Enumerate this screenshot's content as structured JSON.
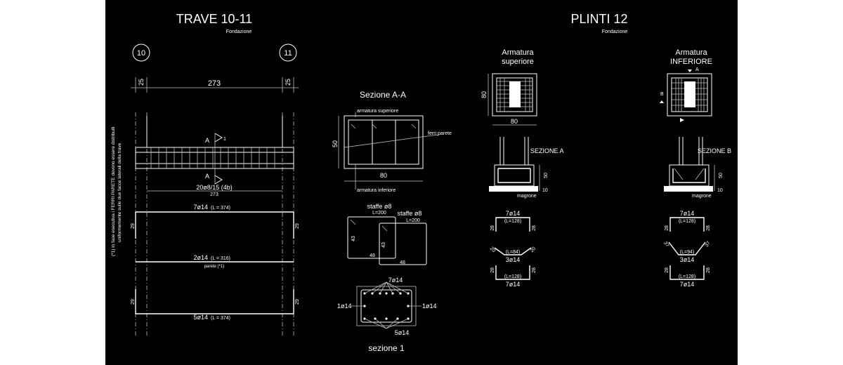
{
  "trave": {
    "title": "TRAVE 10-11",
    "subtitle": "Fondazione",
    "axis_left": "10",
    "axis_right": "11",
    "dim_left": "25",
    "dim_span": "273",
    "dim_right": "25",
    "section_mark_top": "A",
    "section_mark_num": "1",
    "section_mark_bottom": "A",
    "stirrups_label": "20ø8/15 (4b)",
    "stirrups_dim": "273",
    "bar_top_label": "7ø14",
    "bar_top_len": "(L = 374)",
    "bar_mid_label": "2ø14",
    "bar_mid_len": "(L = 316)",
    "bar_mid_note": "parete (*1)",
    "bar_bot_label": "5ø14",
    "bar_bot_len": "(L = 374)",
    "hook": "29",
    "note_line1": "(*1) in fase esecutiva i FERRI PARETE devono essere distribuiti",
    "note_line2": "uniformemente sulle due facce laterali della trave"
  },
  "sezione_aa": {
    "title": "Sezione A-A",
    "label_top": "armatura superiore",
    "label_side": "ferri parete",
    "label_bottom": "armatura inferiore",
    "height": "50",
    "width": "80"
  },
  "staffe": {
    "label1": "staffe ø8",
    "len1": "L=200",
    "label2": "staffe ø8",
    "len2": "L=200",
    "dim_h1": "43",
    "dim_h2": "43",
    "dim_w1": "48",
    "dim_w2": "48"
  },
  "sezione_1": {
    "title": "sezione 1",
    "top": "7ø14",
    "left": "1ø14",
    "right": "1ø14",
    "bottom": "5ø14"
  },
  "plinti": {
    "title": "PLINTI 12",
    "subtitle": "Fondazione",
    "arm_sup_l1": "Armatura",
    "arm_sup_l2": "superiore",
    "arm_inf_l1": "Armatura",
    "arm_inf_l2": "INFERIORE",
    "mark_a": "A",
    "mark_b": "B",
    "plan_h": "80",
    "plan_w": "80",
    "sez_a": "SEZIONE A",
    "sez_b": "SEZIONE B",
    "dim_50": "50",
    "dim_10": "10",
    "magrone": "magrone",
    "a_bar1": "7ø14",
    "a_bar1_len": "(L=128)",
    "a_hook": "28",
    "a_bar2_len": "(L=84)",
    "a_bar2": "3ø14",
    "a_bar2_hook": "20",
    "a_bar3_len": "(L=128)",
    "a_bar3": "7ø14",
    "b_bar1": "7ø14",
    "b_bar1_len": "(L=128)",
    "b_hook": "28",
    "b_bar2_len": "(L=94)",
    "b_bar2": "3ø14",
    "b_bar2_hook": "37",
    "b_bar3_len": "(L=128)",
    "b_bar3": "7ø14"
  }
}
